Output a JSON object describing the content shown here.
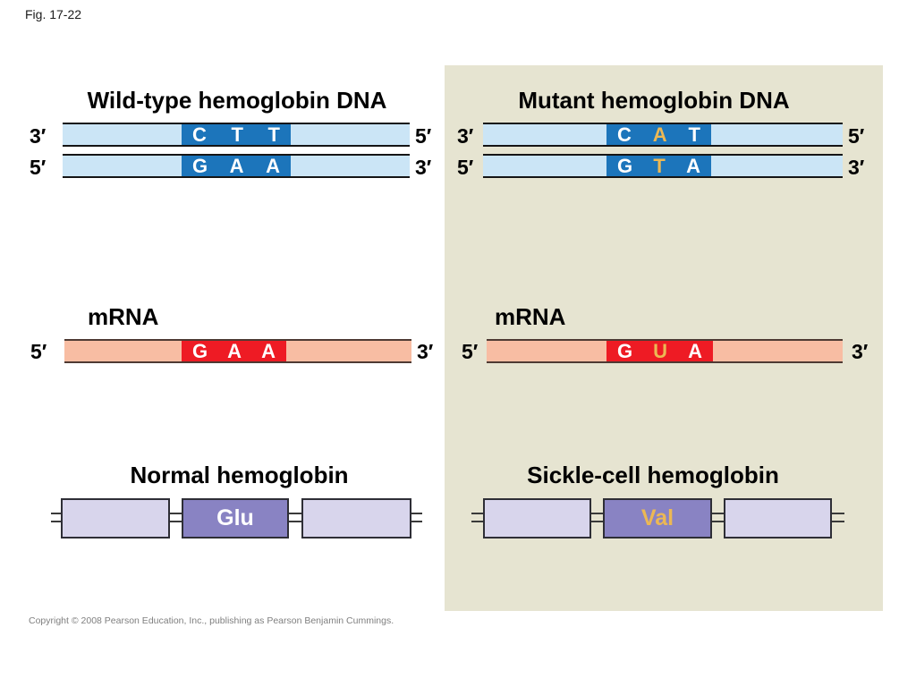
{
  "figure": {
    "label": "Fig. 17-22"
  },
  "footer": {
    "copyright": "Copyright © 2008 Pearson Education, Inc., publishing as Pearson Benjamin Cummings."
  },
  "colors": {
    "panel_background": "#E6E4D1",
    "dna_bar": "#CBE5F6",
    "dna_codon_highlight": "#1C75BB",
    "mrna_bar": "#F8BDA3",
    "mrna_codon_highlight": "#EE1B24",
    "protein_box": "#D8D5EC",
    "amino_acid_box": "#8983C3",
    "mutation_highlight": "#ECB854",
    "normal_letter": "#FFFFFF"
  },
  "wild": {
    "dna_title": "Wild-type hemoglobin DNA",
    "dna": [
      {
        "left_end": "3′",
        "right_end": "5′",
        "bases": [
          "C",
          "T",
          "T"
        ],
        "mutated": [
          false,
          false,
          false
        ]
      },
      {
        "left_end": "5′",
        "right_end": "3′",
        "bases": [
          "G",
          "A",
          "A"
        ],
        "mutated": [
          false,
          false,
          false
        ]
      }
    ],
    "mrna_title": "mRNA",
    "mrna": {
      "left_end": "5′",
      "right_end": "3′",
      "bases": [
        "G",
        "A",
        "A"
      ],
      "mutated": [
        false,
        false,
        false
      ]
    },
    "protein_title": "Normal hemoglobin",
    "amino_acid": "Glu"
  },
  "mutant": {
    "dna_title": "Mutant hemoglobin DNA",
    "dna": [
      {
        "left_end": "3′",
        "right_end": "5′",
        "bases": [
          "C",
          "A",
          "T"
        ],
        "mutated": [
          false,
          true,
          false
        ]
      },
      {
        "left_end": "5′",
        "right_end": "3′",
        "bases": [
          "G",
          "T",
          "A"
        ],
        "mutated": [
          false,
          true,
          false
        ]
      }
    ],
    "mrna_title": "mRNA",
    "mrna": {
      "left_end": "5′",
      "right_end": "3′",
      "bases": [
        "G",
        "U",
        "A"
      ],
      "mutated": [
        false,
        true,
        false
      ]
    },
    "protein_title": "Sickle-cell hemoglobin",
    "amino_acid": "Val"
  }
}
